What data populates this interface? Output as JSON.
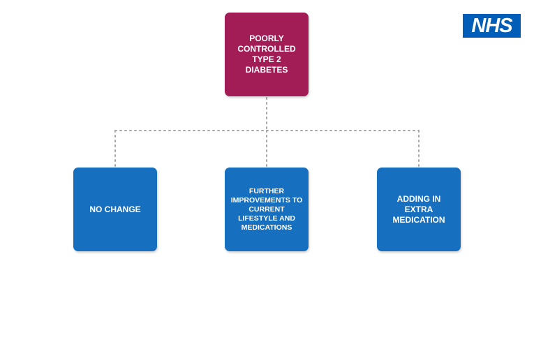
{
  "logo": {
    "text": "NHS",
    "color": "#005eb8"
  },
  "colors": {
    "root_fill": "#a21d56",
    "child_fill": "#176fbf",
    "connector": "#a6a6a6"
  },
  "diagram": {
    "root": {
      "label": "POORLY CONTROLLED TYPE 2 DIABETES"
    },
    "children": [
      {
        "label": "NO CHANGE"
      },
      {
        "label": "FURTHER IMPROVEMENTS TO CURRENT LIFESTYLE AND MEDICATIONS"
      },
      {
        "label": "ADDING IN EXTRA MEDICATION"
      }
    ]
  }
}
